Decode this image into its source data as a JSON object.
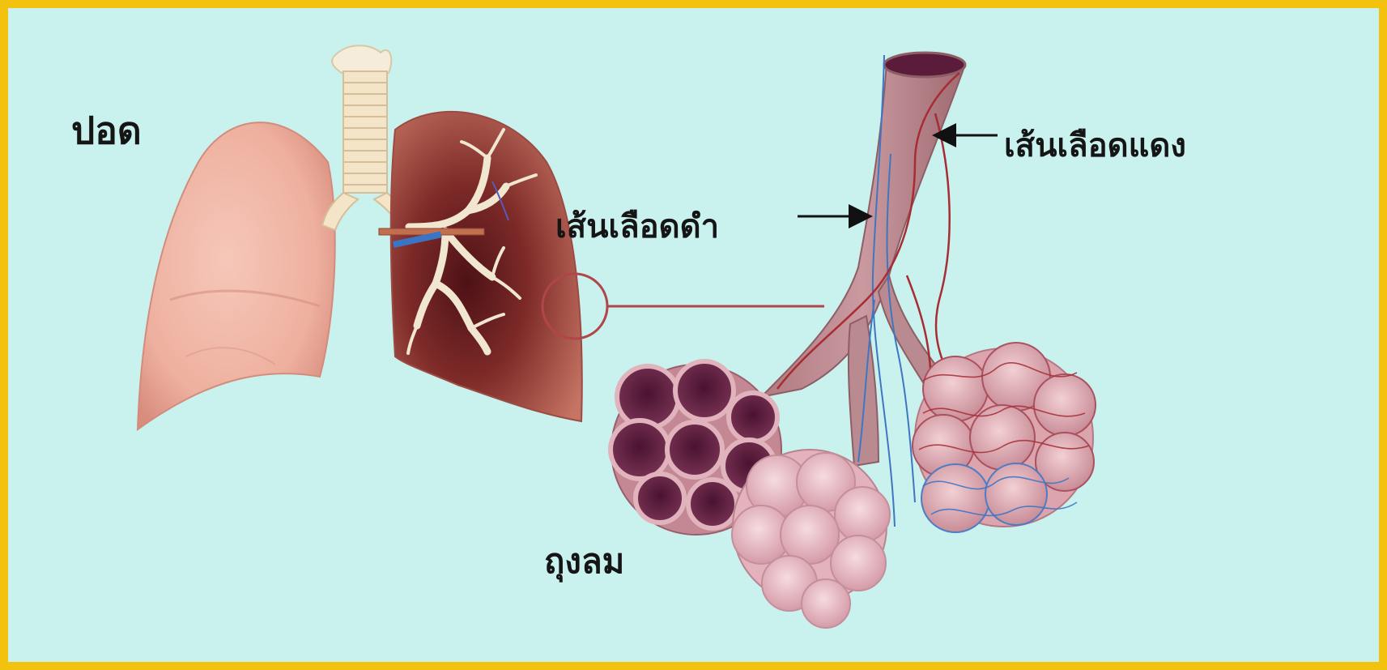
{
  "labels": {
    "lung": "ปอด",
    "vein": "เส้นเลือดดำ",
    "artery": "เส้นเลือดแดง",
    "alveoli": "ถุงลม"
  },
  "colors": {
    "border": "#f3c20f",
    "background": "#c9f1ee",
    "lung_light": "#efb4a4",
    "lung_dark": "#8a2f2c",
    "airway": "#f4e4c8",
    "bronchiole": "#b57f82",
    "vein": "#3f76c4",
    "artery": "#a72c34",
    "alveoli_dark": "#5f1f3c",
    "alveoli_light": "#e6b8c2",
    "text": "#151515"
  },
  "icons": {
    "lung_left": "left-lung-illustration",
    "lung_right": "right-lung-cutaway-illustration",
    "bronchiole": "bronchiole-tube-illustration",
    "alveoli_cluster": "alveoli-cluster-illustration",
    "arrow": "arrow-right-icon"
  }
}
